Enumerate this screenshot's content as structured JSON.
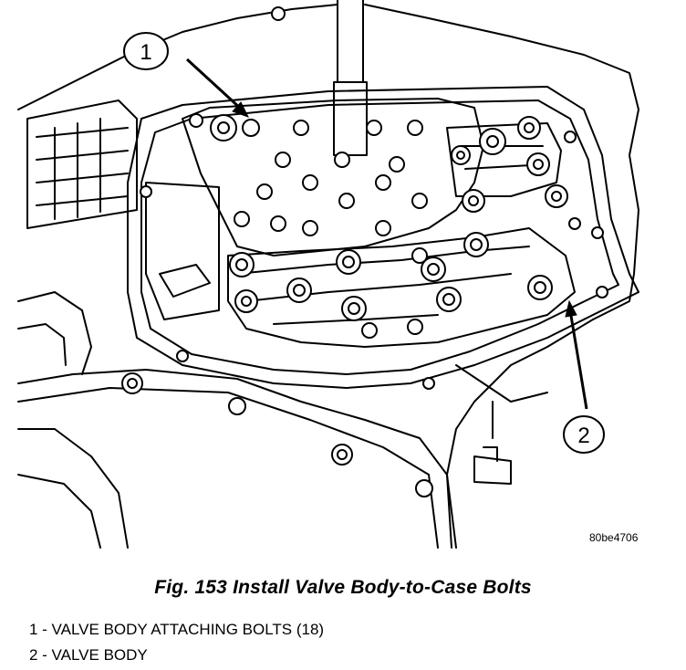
{
  "figure": {
    "id_code": "80be4706",
    "caption": "Fig. 153 Install Valve Body-to-Case Bolts"
  },
  "callouts": [
    {
      "number": "1",
      "label": "1 - VALVE BODY ATTACHING BOLTS (18)"
    },
    {
      "number": "2",
      "label": "2 - VALVE BODY"
    }
  ]
}
